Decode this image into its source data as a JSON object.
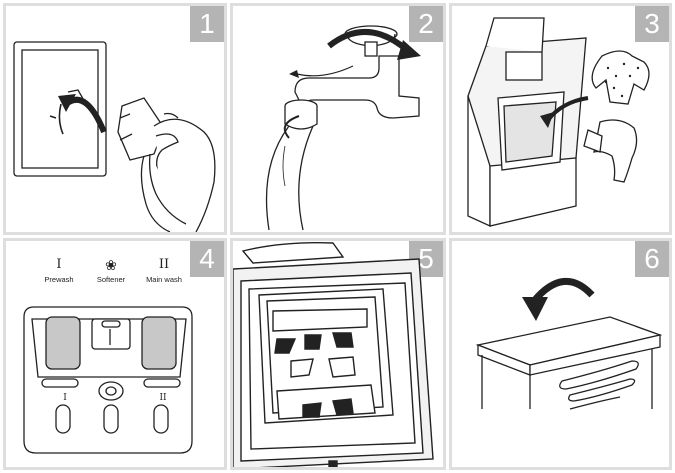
{
  "steps": [
    {
      "number": "1",
      "icon": "plug-into-socket-icon"
    },
    {
      "number": "2",
      "icon": "open-water-tap-icon"
    },
    {
      "number": "3",
      "icon": "load-laundry-icon"
    },
    {
      "number": "4",
      "icon": "detergent-drawer-icon"
    },
    {
      "number": "5",
      "icon": "drum-open-icon"
    },
    {
      "number": "6",
      "icon": "close-lid-icon"
    }
  ],
  "drawer": {
    "compartments": [
      {
        "roman": "I",
        "label": "Prewash"
      },
      {
        "roman": "❀",
        "label": "Softener"
      },
      {
        "roman": "II",
        "label": "Main wash"
      }
    ],
    "bottom_marks": [
      "I",
      "II"
    ],
    "compartment_fill": "#c8c8c8"
  },
  "colors": {
    "badge": "#b4b4b4",
    "border": "#dedede",
    "line": "#222222"
  }
}
